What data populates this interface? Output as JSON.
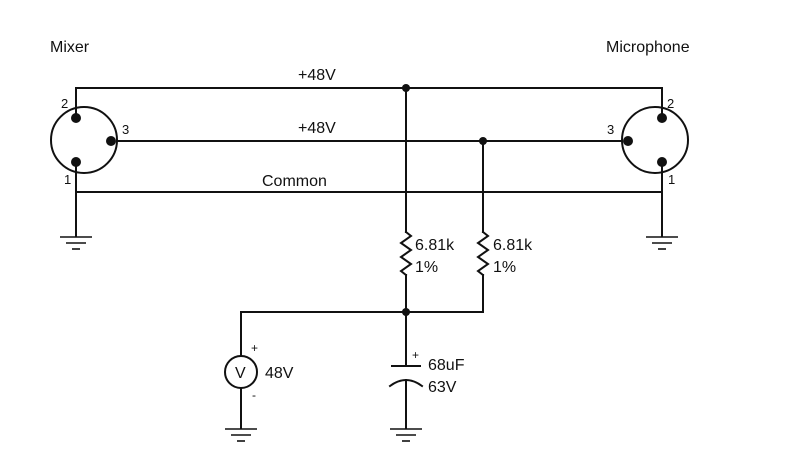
{
  "labels": {
    "mixer": "Mixer",
    "microphone": "Microphone",
    "line_top": "+48V",
    "line_mid": "+48V",
    "line_bottom": "Common",
    "r1_value": "6.81k",
    "r1_tol": "1%",
    "r2_value": "6.81k",
    "r2_tol": "1%",
    "meter_symbol": "V",
    "meter_value": "48V",
    "meter_plus": "+",
    "meter_minus": "-",
    "cap_value": "68uF",
    "cap_voltage": "63V",
    "cap_plus": "+"
  },
  "pins": {
    "mixer_pin2": "2",
    "mixer_pin3": "3",
    "mixer_pin1": "1",
    "mic_pin2": "2",
    "mic_pin3": "3",
    "mic_pin1": "1"
  },
  "colors": {
    "ink": "#111111",
    "background": "#ffffff"
  }
}
